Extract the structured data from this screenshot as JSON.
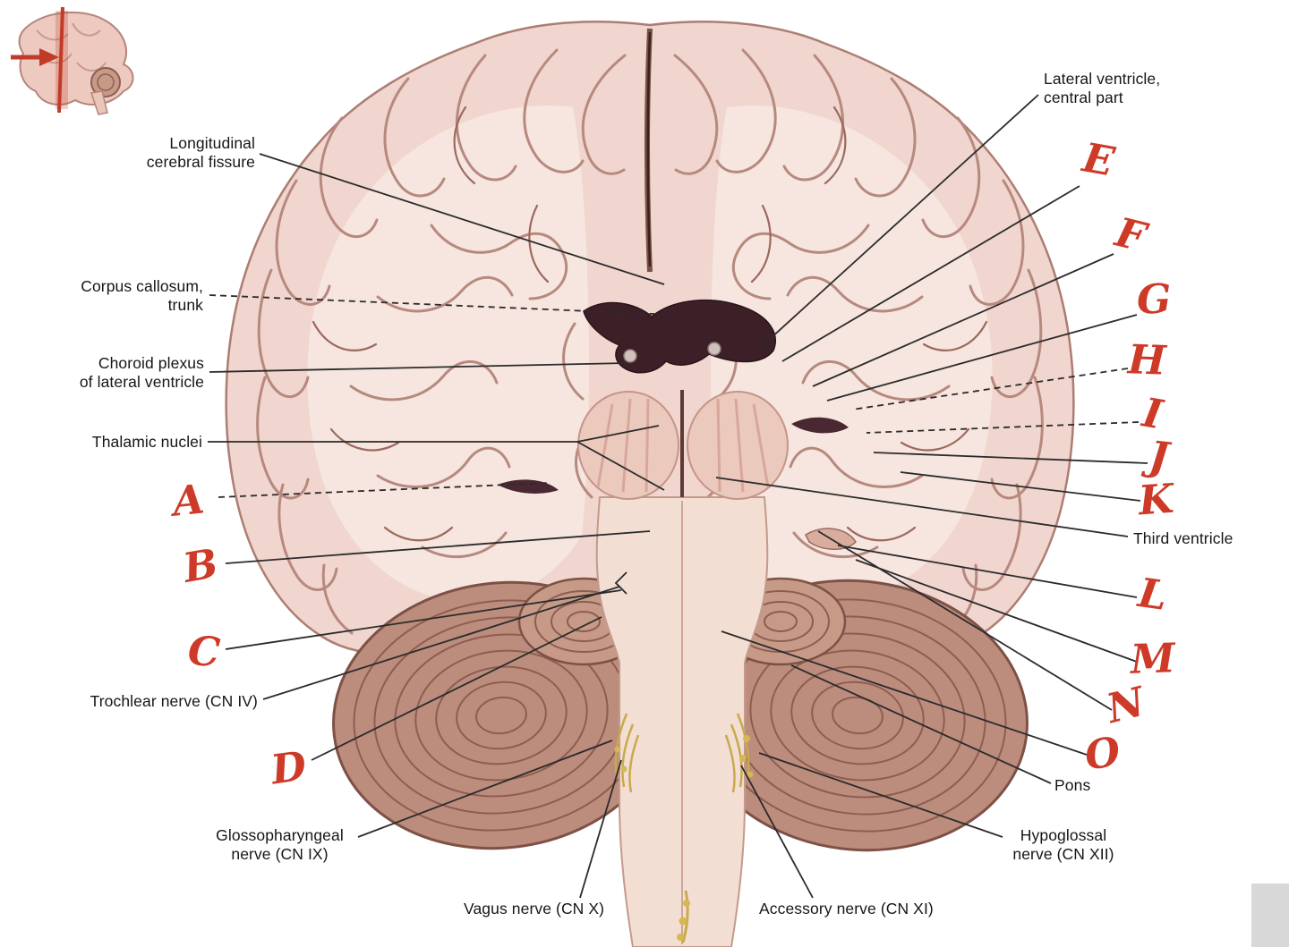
{
  "figure": {
    "description": "Coronal section of the brain with anatomical labels and handwritten letter markers",
    "colors": {
      "letter_red": "#cd3a28",
      "label_text": "#161616",
      "leader_line": "#2b2b2b",
      "cortex_pink": "#f0d6ce",
      "ventricle_dark": "#3d1f28",
      "cerebellum_brown": "#bc8c7c"
    }
  },
  "anatomy_labels": {
    "lateral_ventricle": "Lateral ventricle,\ncentral part",
    "longitudinal_fissure": "Longitudinal\ncerebral fissure",
    "corpus_callosum": "Corpus callosum,\ntrunk",
    "choroid_plexus": "Choroid plexus\nof lateral ventricle",
    "thalamic_nuclei": "Thalamic nuclei",
    "third_ventricle": "Third ventricle",
    "trochlear_nerve": "Trochlear nerve (CN IV)",
    "pons": "Pons",
    "glossopharyngeal_nerve": "Glossopharyngeal\nnerve (CN IX)",
    "hypoglossal_nerve": "Hypoglossal\nnerve (CN XII)",
    "vagus_nerve": "Vagus nerve (CN X)",
    "accessory_nerve": "Accessory nerve (CN XI)"
  },
  "letter_markers": {
    "A": "A",
    "B": "B",
    "C": "C",
    "D": "D",
    "E": "E",
    "F": "F",
    "G": "G",
    "H": "H",
    "I": "I",
    "J": "J",
    "K": "K",
    "L": "L",
    "M": "M",
    "N": "N",
    "O": "O"
  }
}
